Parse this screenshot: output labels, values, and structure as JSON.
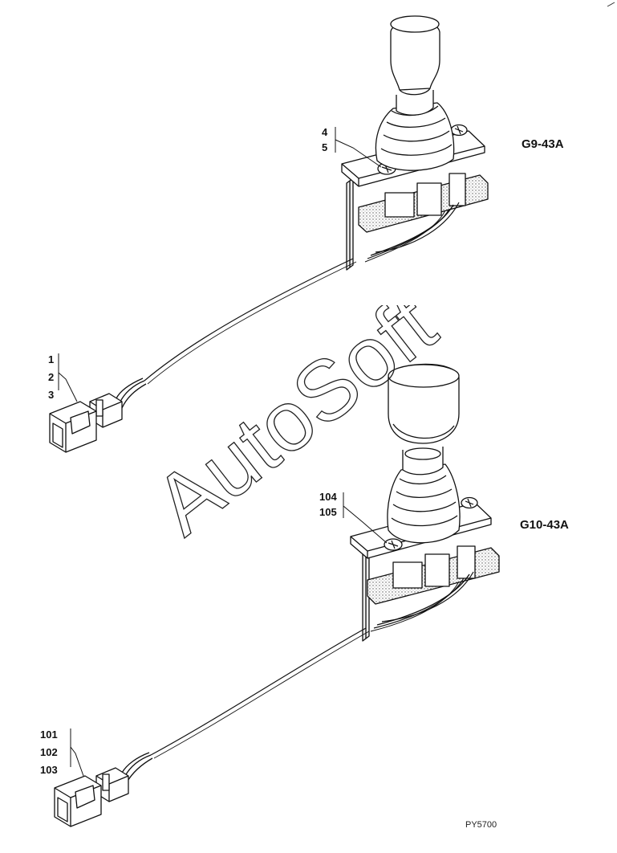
{
  "assemblies": [
    {
      "id": "G9-43A",
      "callouts_top": [
        "4",
        "5"
      ],
      "callouts_connector": [
        "1",
        "2",
        "3"
      ]
    },
    {
      "id": "G10-43A",
      "callouts_top": [
        "104",
        "105"
      ],
      "callouts_connector": [
        "101",
        "102",
        "103"
      ]
    }
  ],
  "watermark": "AutoSoft",
  "figure_code": "PY5700"
}
